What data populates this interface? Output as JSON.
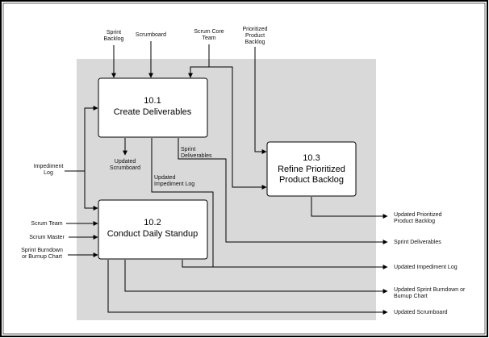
{
  "diagram": {
    "processes": [
      {
        "id": "10.1",
        "name": "Create Deliverables"
      },
      {
        "id": "10.2",
        "name": "Conduct Daily Standup"
      },
      {
        "id": "10.3",
        "name_line1": "Refine Prioritized",
        "name_line2": "Product Backlog"
      }
    ],
    "top_inputs": [
      {
        "line1": "Sprint",
        "line2": "Backlog"
      },
      {
        "line1": "Scrumboard"
      },
      {
        "line1": "Scrum Core",
        "line2": "Team"
      },
      {
        "line1": "Prioritized",
        "line2": "Product",
        "line3": "Backlog"
      }
    ],
    "left_inputs": [
      {
        "line1": "Impediment",
        "line2": "Log"
      },
      {
        "line1": "Scrum Team"
      },
      {
        "line1": "Scrum Master"
      },
      {
        "line1": "Sprint Burndown",
        "line2": "or Burnup Chart"
      }
    ],
    "intermediates": [
      {
        "line1": "Updated",
        "line2": "Scrumboard"
      },
      {
        "line1": "Sprint",
        "line2": "Deliverables"
      },
      {
        "line1": "Updated",
        "line2": "Impediment Log"
      }
    ],
    "outputs": [
      {
        "line1": "Updated Prioritized",
        "line2": "Product Backlog"
      },
      {
        "line1": "Sprint Deliverables"
      },
      {
        "line1": "Updated Impediment Log"
      },
      {
        "line1": "Updated Sprint Burndown or",
        "line2": "Burnup Chart"
      },
      {
        "line1": "Updated Scrumboard"
      }
    ]
  }
}
